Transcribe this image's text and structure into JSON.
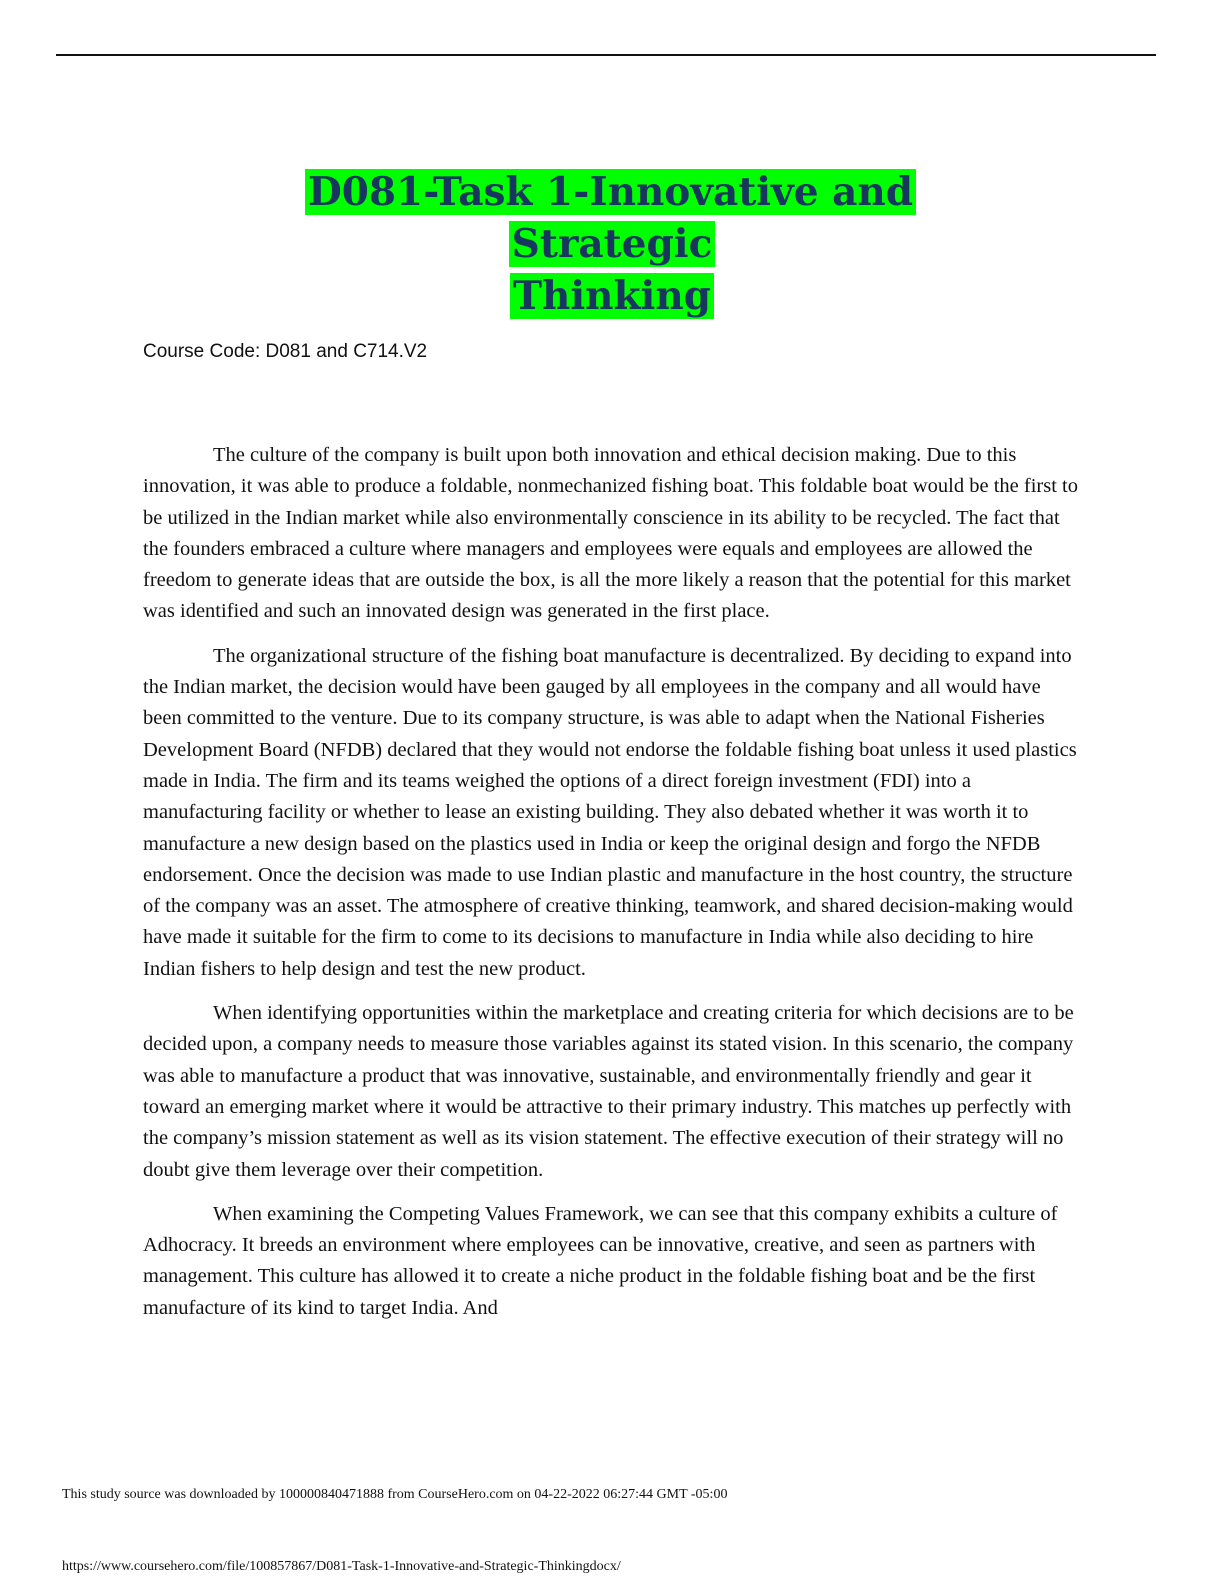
{
  "title_line1": "D081-Task 1-Innovative and Strategic",
  "title_line2": "Thinking",
  "course_code": "Course Code: D081 and C714.V2",
  "paragraphs": [
    "The culture of the company is built upon both innovation and ethical decision making. Due to this innovation, it was able to produce a foldable, nonmechanized fishing boat. This foldable boat would be the first to be utilized in the Indian market while also environmentally conscience in its ability to be recycled. The fact that the founders embraced a culture where managers and employees were equals and employees are allowed the freedom to generate ideas that are outside the box, is all the more likely a reason that the potential for this market was identified and such an innovated design was generated in the first place.",
    "The organizational structure of the fishing boat manufacture is decentralized. By deciding to expand into the Indian market, the decision would have been gauged by all employees in the company and all would have been committed to the venture. Due to its company structure, is was able to adapt when the National Fisheries Development Board (NFDB) declared that they would not endorse the foldable fishing boat unless it used plastics made in India. The firm and its teams weighed the options of a direct foreign investment (FDI) into a manufacturing facility or whether to lease an existing building. They also debated whether it was worth it to manufacture a new design based on the plastics used in India or keep the original design and forgo the NFDB endorsement. Once the decision was made to use Indian plastic and manufacture in the host country, the structure of the company was an asset. The atmosphere of creative thinking, teamwork, and shared decision-making would have made it suitable for the firm to come to its decisions to manufacture in India while also deciding to hire Indian fishers to help design and test the new product.",
    "When identifying opportunities within the marketplace and creating criteria for which decisions are to be decided upon, a company needs to measure those variables against its stated vision. In this scenario, the company was able to manufacture a product that was innovative, sustainable, and environmentally friendly and gear it toward an emerging market where it would be attractive to their primary industry. This matches up perfectly with the company’s mission statement as well as its vision statement. The effective execution of their strategy will no doubt give them leverage over their competition.",
    "When examining the Competing Values Framework, we can see that this company exhibits a culture of Adhocracy. It breeds an environment where employees can be innovative, creative, and seen as partners with management. This culture has allowed it to create a niche product in the foldable fishing boat and be the first manufacture of its kind to target India. And"
  ],
  "footer_note": "This study source was downloaded by 100000840471888 from CourseHero.com on 04-22-2022 06:27:44 GMT -05:00",
  "footer_url": "https://www.coursehero.com/file/100857867/D081-Task-1-Innovative-and-Strategic-Thinkingdocx/",
  "colors": {
    "title_text": "#17375e",
    "title_highlight": "#00ff00"
  }
}
